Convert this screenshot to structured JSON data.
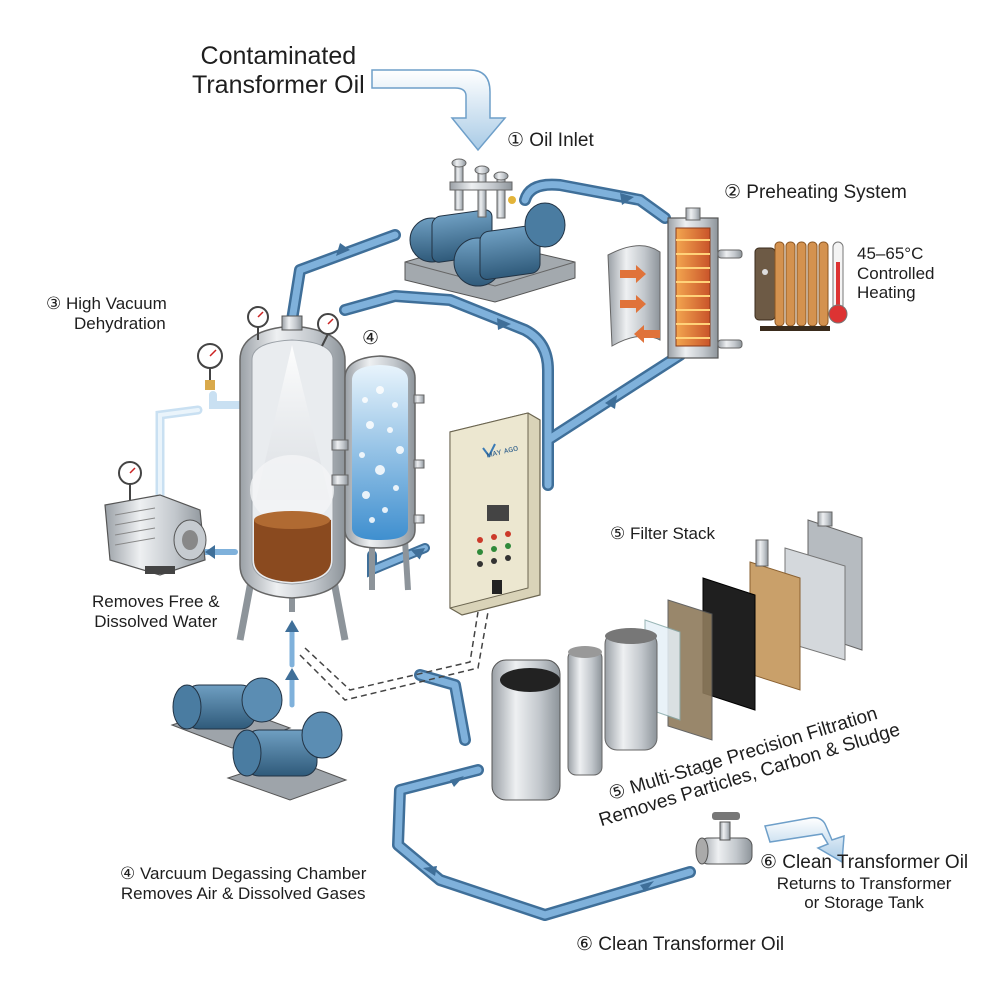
{
  "diagram": {
    "source_label": [
      "Contaminated",
      "Transformer Oil"
    ],
    "step1": "① Oil Inlet",
    "step2": "② Preheating System",
    "heating_note": [
      "45–65°C",
      "Controlled",
      "Heating"
    ],
    "step3": [
      "③ High Vacuum",
      "Dehydration"
    ],
    "step4_marker": "④",
    "water_note": [
      "Removes Free &",
      "Dissolved Water"
    ],
    "filter_stack": "⑤ Filter Stack",
    "filtration_note": [
      "⑤ Multi-Stage Precision Filtration",
      "Removes Particles, Carbon & Sludge"
    ],
    "step4": [
      "④ Varcuum Degassing Chamber",
      "Removes Air & Dissolved Gases"
    ],
    "step6_right": [
      "⑥ Clean Transformer Oil",
      "Returns to Transformer",
      "or Storage Tank"
    ],
    "step6_bottom": "⑥ Clean Transformer Oil",
    "cabinet_label": "ᴍᴀʏ ᴀɢᴏ"
  },
  "colors": {
    "pipe": "#6e9fc9",
    "pipe_dark": "#3f6f99",
    "pump_blue": "#3d6f93",
    "tank_steel": "#c9cdd1",
    "oil": "#8a4a1f",
    "water": "#5ba4d9",
    "heater_orange": "#d9773b",
    "cabinet": "#ebe6cf"
  }
}
